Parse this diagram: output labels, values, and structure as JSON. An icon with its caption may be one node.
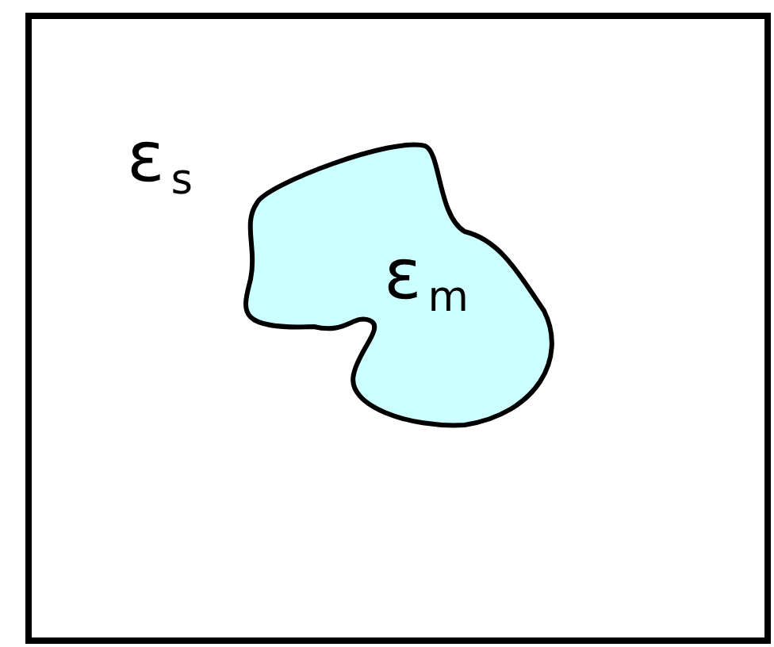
{
  "diagram": {
    "nodes": [
      {
        "text": [
          "ε$_{s}$"
        ]
      },
      {
        "text": [
          "ε$_{m}$"
        ],
        "in": 0
      }
    ]
  }
}
